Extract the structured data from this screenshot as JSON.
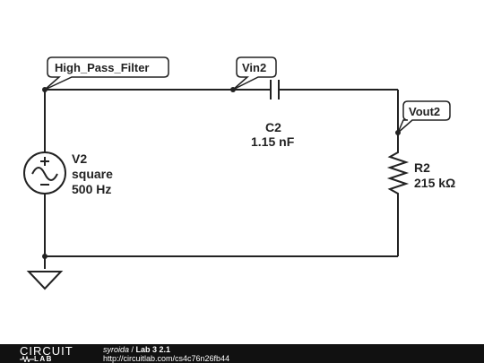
{
  "nets": {
    "high_pass": "High_Pass_Filter",
    "vin": "Vin2",
    "vout": "Vout2"
  },
  "source": {
    "name": "V2",
    "wave": "square",
    "freq": "500 Hz"
  },
  "capacitor": {
    "name": "C2",
    "value": "1.15 nF"
  },
  "resistor": {
    "name": "R2",
    "value": "215 kΩ"
  },
  "footer": {
    "logo_top": "CIRCUIT",
    "logo_bottom": "LAB",
    "user": "syroida",
    "separator": " / ",
    "title": "Lab 3 2.1",
    "url": "http://circuitlab.com/cs4c76n26fb44"
  },
  "colors": {
    "wire": "#222222",
    "footer_bg": "#111111"
  }
}
